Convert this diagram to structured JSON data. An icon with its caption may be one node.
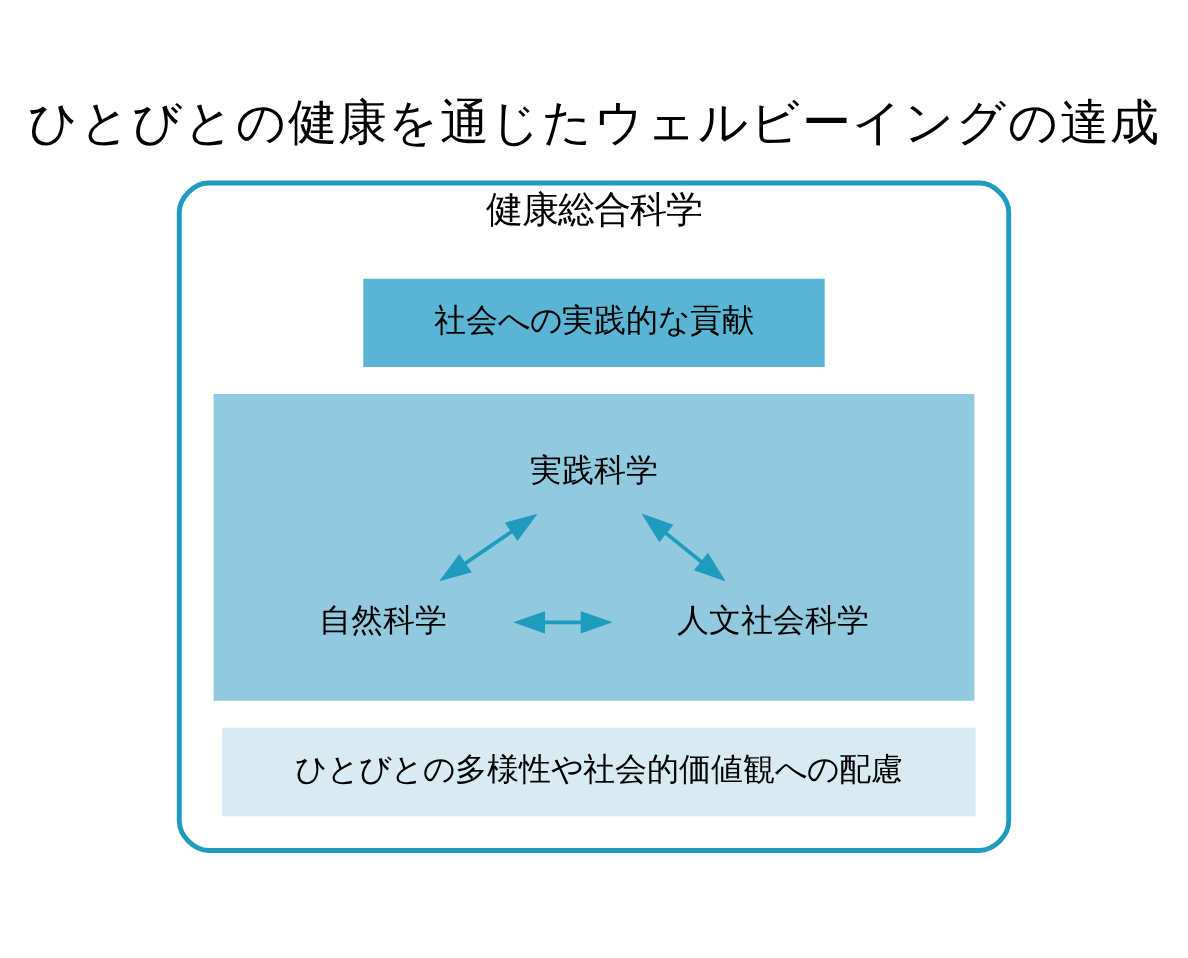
{
  "diagram": {
    "title": "ひとびとの健康を通じたウェルビーイングの達成",
    "nodes": [
      {
        "text": [
          "健康総合科学"
        ]
      },
      {
        "text": [
          "社会への実践的な貢献"
        ],
        "in": 0
      },
      {
        "text": [],
        "shape": "box",
        "in": 0
      },
      {
        "text": [
          "実践科学"
        ],
        "in": 2
      },
      {
        "text": [
          "自然科学"
        ],
        "in": 2
      },
      {
        "text": [
          "人文社会科学"
        ],
        "in": 2
      },
      {
        "text": [
          "ひとびとの多様性や社会的価値観への配慮"
        ],
        "in": 0
      }
    ],
    "edges": [
      {
        "from": 3,
        "to": 4,
        "arrow": "both"
      },
      {
        "from": 3,
        "to": 5,
        "arrow": "both"
      },
      {
        "from": 4,
        "to": 5,
        "arrow": "both"
      }
    ]
  }
}
